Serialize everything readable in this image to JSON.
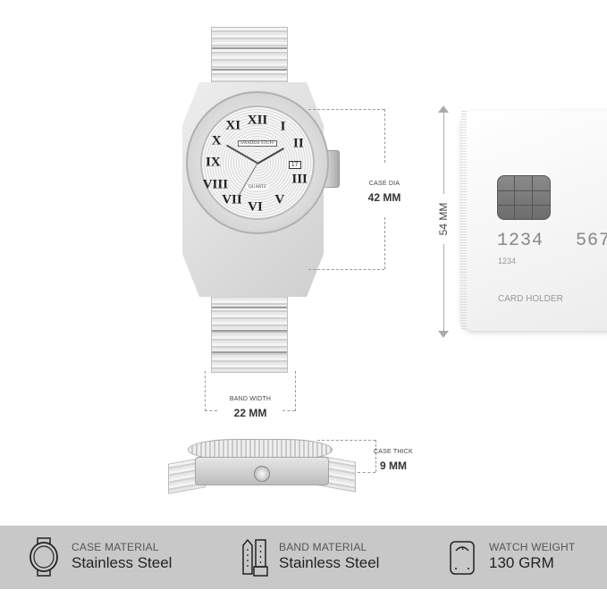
{
  "watch": {
    "brand": "SWADESI STUFF",
    "movement": "QUARTZ",
    "date_window": "17",
    "numerals": [
      "XII",
      "I",
      "II",
      "III",
      "V",
      "VI",
      "VII",
      "VIII",
      "IX",
      "X",
      "XI"
    ]
  },
  "dimensions": {
    "case_dia": {
      "label": "CASE DIA",
      "value": "42 MM"
    },
    "band_width": {
      "label": "BAND WIDTH",
      "value": "22 MM"
    },
    "case_thick": {
      "label": "CASE THICK",
      "value": "9 MM"
    },
    "card_height": {
      "value": "54 MM"
    }
  },
  "card": {
    "number_big_1": "1234",
    "number_big_2": "567",
    "number_small": "1234",
    "holder": "CARD HOLDER"
  },
  "features": [
    {
      "icon": "watch-case-icon",
      "label": "CASE MATERIAL",
      "value": "Stainless Steel"
    },
    {
      "icon": "watch-band-icon",
      "label": "BAND MATERIAL",
      "value": "Stainless Steel"
    },
    {
      "icon": "scale-icon",
      "label": "WATCH WEIGHT",
      "value": "130 GRM"
    }
  ],
  "colors": {
    "bar_bg": "#c8c8c8",
    "dash": "#999999"
  }
}
